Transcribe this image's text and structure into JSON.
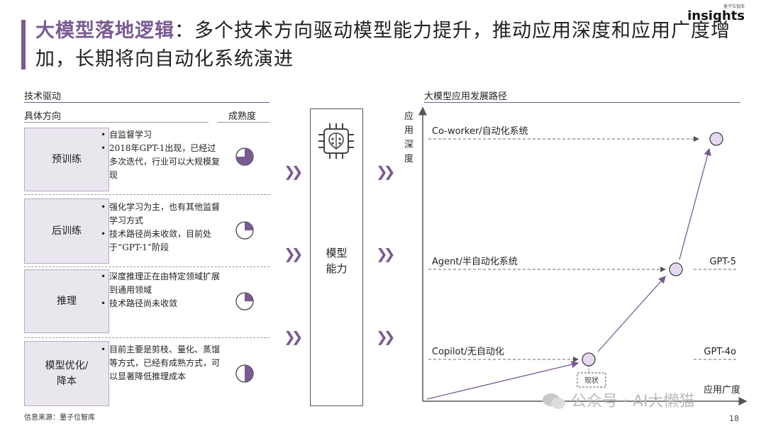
{
  "logo": {
    "small": "量子位智库",
    "big": "insights"
  },
  "title": {
    "accent": "大模型落地逻辑",
    "rest": "：多个技术方向驱动模型能力提升，推动应用深度和应用广度增加，长期将向自动化系统演进"
  },
  "left": {
    "section": "技术驱动",
    "col_direction": "具体方向",
    "col_maturity": "成熟度",
    "rows": [
      {
        "name": "预训练",
        "bullets": [
          "自监督学习",
          "2018年GPT-1出现，已经过多次迭代，行业可以大规模复现"
        ],
        "maturity": 0.75
      },
      {
        "name": "后训练",
        "bullets": [
          "强化学习为主，也有其他监督学习方式",
          "技术路径尚未收敛，目前处于“GPT-1”阶段"
        ],
        "maturity": 0.25
      },
      {
        "name": "推理",
        "bullets": [
          "深度推理正在由特定领域扩展到通用领域",
          "技术路径尚未收敛"
        ],
        "maturity": 0.25
      },
      {
        "name": "模型优化/\n降本",
        "bullets": [
          "目前主要是剪枝、量化、蒸馏等方式，已经有成熟方式，可以显著降低推理成本"
        ],
        "maturity": 0.5
      }
    ]
  },
  "model": {
    "label": "模型\n能力",
    "icon": "brain-chip-icon"
  },
  "right": {
    "section": "大模型应用发展路径"
  },
  "chart_data": {
    "type": "scatter",
    "title": "大模型应用发展路径",
    "ylabel": "应用深度",
    "xlabel": "应用广度",
    "levels": [
      {
        "label": "Co-worker/自动化系统",
        "model": ""
      },
      {
        "label": "Agent/半自动化系统",
        "model": "GPT-5"
      },
      {
        "label": "Copilot/无自动化",
        "model": "GPT-4o"
      }
    ],
    "current_label": "现状"
  },
  "footer": {
    "source": "信息来源：量子位智库",
    "page": "18"
  },
  "watermark": "公众号 · AI大懒猫",
  "colors": {
    "accent": "#7a5a92",
    "node_fill": "#e6d8ef",
    "box_fill": "#eae6ee"
  }
}
